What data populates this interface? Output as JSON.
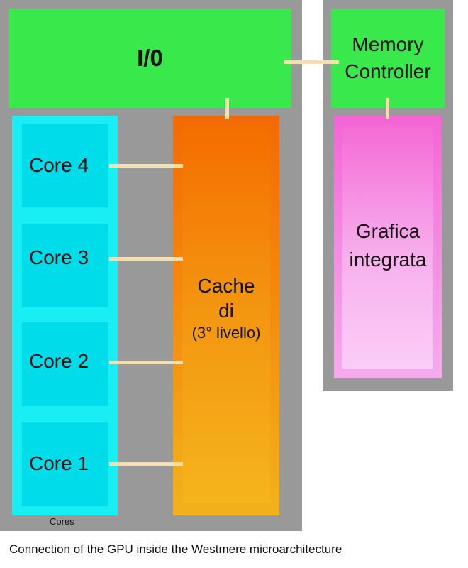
{
  "blocks": {
    "io": "I/0",
    "memory_controller": [
      "Memory",
      "Controller"
    ],
    "cores": [
      "Core 4",
      "Core 3",
      "Core 2",
      "Core 1"
    ],
    "cores_caption": "Cores",
    "cache": [
      "Cache",
      "di",
      "(3° livello)"
    ],
    "graphics": [
      "Grafica",
      "integrata"
    ]
  },
  "colors": {
    "die": "#999999",
    "io": "#39e84a",
    "cores": "#1aeef5",
    "cache": "#f4890e",
    "graphics": "#f58fe3",
    "connector": "#f6dfae"
  },
  "caption": "Connection of the GPU inside the Westmere microarchitecture"
}
